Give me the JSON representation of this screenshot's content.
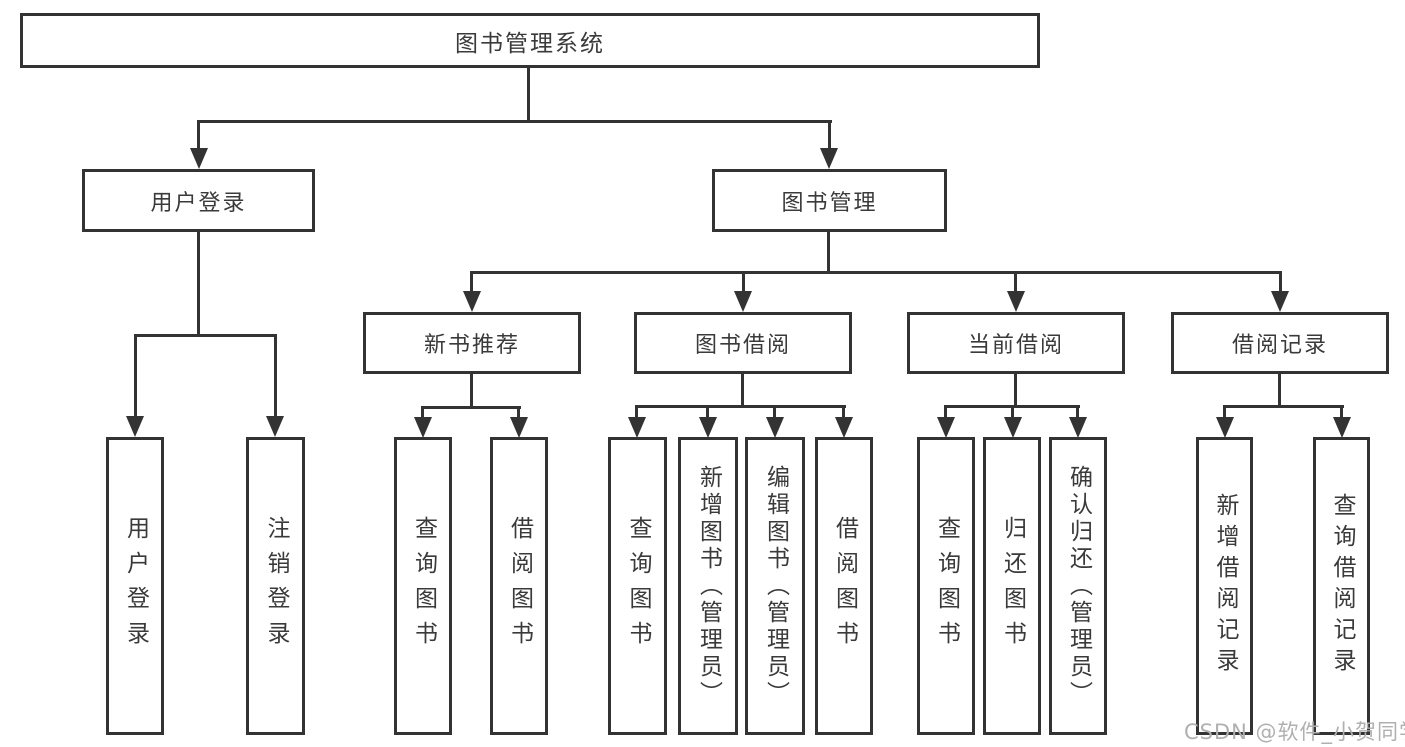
{
  "tree": {
    "root": "图书管理系统",
    "branches": [
      {
        "label": "用户登录",
        "children": [
          "用户登录",
          "注销登录"
        ]
      },
      {
        "label": "图书管理",
        "groups": [
          {
            "label": "新书推荐",
            "children": [
              "查询图书",
              "借阅图书"
            ]
          },
          {
            "label": "图书借阅",
            "children": [
              "查询图书",
              "新增图书（管理员）",
              "编辑图书（管理员）",
              "借阅图书"
            ]
          },
          {
            "label": "当前借阅",
            "children": [
              "查询图书",
              "归还图书",
              "确认归还（管理员）"
            ]
          },
          {
            "label": "借阅记录",
            "children": [
              "新增借阅记录",
              "查询借阅记录"
            ]
          }
        ]
      }
    ]
  },
  "watermark": "CSDN @软件_小贺同学",
  "colors": {
    "line": "#333333",
    "text": "#3a3a3a",
    "box_background": "#ffffff",
    "watermark": "#b0b0b0"
  }
}
